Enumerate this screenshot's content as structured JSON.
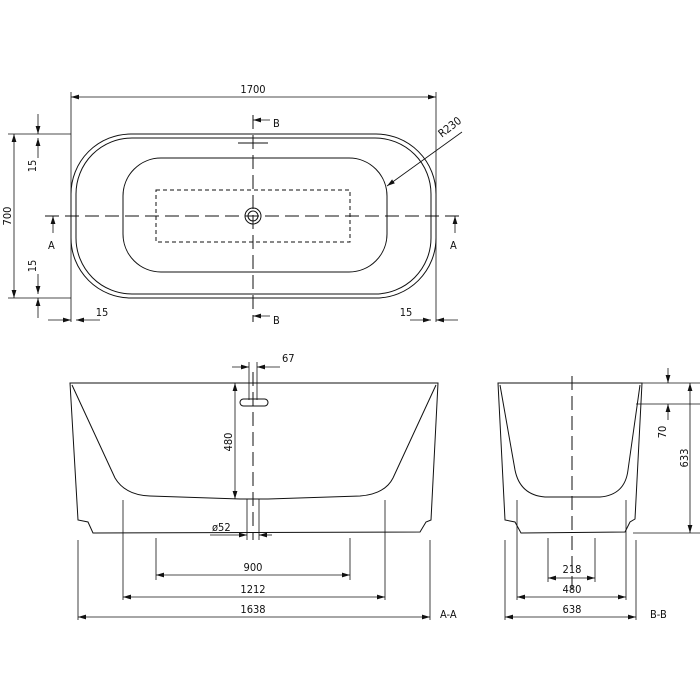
{
  "top_view": {
    "length": "1700",
    "width": "700",
    "radius": "R230",
    "rim_top": "15",
    "rim_bottom": "15",
    "rim_left": "15",
    "rim_right": "15",
    "section_b": "B",
    "section_a": "A"
  },
  "section_aa": {
    "label": "A-A",
    "overflow_offset": "67",
    "depth": "480",
    "drain": "ø52",
    "feet_inner": "900",
    "feet_outer": "1212",
    "base_length": "1638"
  },
  "section_bb": {
    "label": "B-B",
    "rim_drop": "70",
    "height": "633",
    "feet_inner": "218",
    "feet_outer": "480",
    "base_width": "638"
  }
}
